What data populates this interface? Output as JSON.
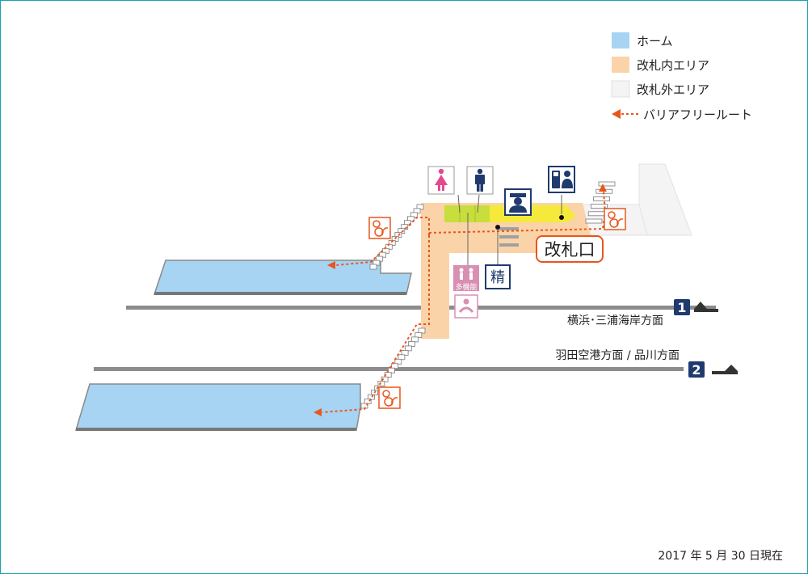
{
  "legend": {
    "platform": "ホーム",
    "inside_gate": "改札内エリア",
    "outside_gate": "改札外エリア",
    "barrier_free": "バリアフリールート"
  },
  "colors": {
    "platform": "#a6d4f2",
    "inside_gate": "#fbd3a8",
    "outside_gate": "#f4f4f4",
    "route": "#e8561c",
    "track": "#8c8c8c",
    "navy": "#1f3a6e",
    "pink": "#e4488f",
    "restroom_zone": "#c7de3c",
    "yellow_zone": "#f5e93b"
  },
  "gate_label": "改札口",
  "fare_adjustment": "精",
  "multipurpose_label": "多機能",
  "tracks": [
    {
      "number": "1",
      "direction": "横浜･三浦海岸方面"
    },
    {
      "number": "2",
      "direction": "羽田空港方面 / 品川方面"
    }
  ],
  "icons": {
    "female_restroom": "female-restroom-icon",
    "male_restroom": "male-restroom-icon",
    "station_staff": "station-staff-icon",
    "ticket_machine": "ticket-machine-icon",
    "multipurpose_toilet": "multipurpose-toilet-icon",
    "baby_care": "baby-care-icon",
    "stair_lift": "wheelchair-stair-lift-icon"
  },
  "date": "2017 年 5 月 30 日現在"
}
